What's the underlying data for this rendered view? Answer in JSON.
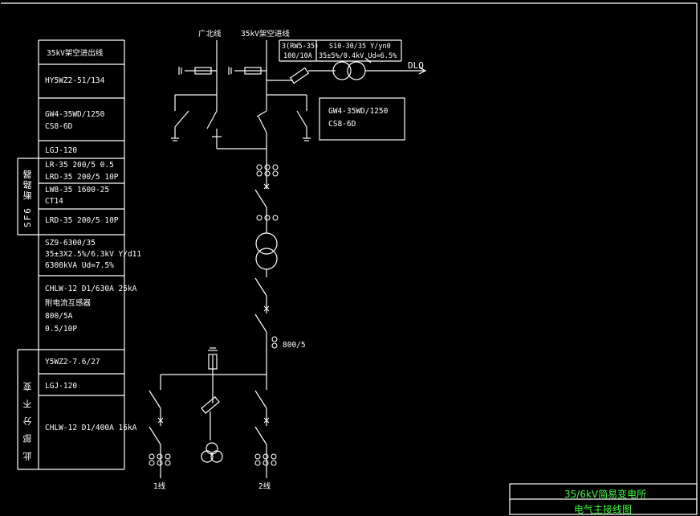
{
  "equipment_table": {
    "rows": [
      {
        "line1": "35kV架空进出线"
      },
      {
        "line1": "HY5WZ2-51/134"
      },
      {
        "line1": "GW4-35WD/1250",
        "line2": "CS8-6D"
      },
      {
        "line1": "LGJ-120"
      },
      {
        "line1": "LR-35 200/5 0.5",
        "line2": "LRD-35 200/5 10P"
      },
      {
        "line1": "LW8-35 1600-25",
        "line2": "CT14"
      },
      {
        "line1": "LRD-35 200/5 10P"
      },
      {
        "line1": "SZ9-6300/35",
        "line2": "35±3X2.5%/6.3kV Y/d11",
        "line3": "6300kVA Ud=7.5%"
      },
      {
        "line1": "CHLW-12  D1/630A 25kA",
        "line2": "附电流互感器",
        "line3": "800/5A",
        "line4": "0.5/10P"
      },
      {
        "line1": "Y5WZ2-7.6/27"
      },
      {
        "line1": "LGJ-120"
      },
      {
        "line1": "CHLW-12  D1/400A 16kA"
      }
    ],
    "group_sf6": "SF6 断路器",
    "group_bottom": "此 部 分 不 变"
  },
  "diagram": {
    "line_guangbei": "广北线",
    "line_35kv": "35kV架空进线",
    "fuse_label_1": "3(RW5-35)",
    "fuse_label_2": "100/10A",
    "st_label_1": "S10-30/35 Y/yn0",
    "st_label_2": "35±5%/0.4kV Ud=6.5%",
    "dlq": "DLQ",
    "gw4_right_1": "GW4-35WD/1250",
    "gw4_right_2": "CS8-6D",
    "ct_800": "800/5",
    "feeder_1": "1线",
    "feeder_2": "2线"
  },
  "title_block": {
    "title_1": "35/6kV简易变电所",
    "title_2": "电气主接线图"
  }
}
